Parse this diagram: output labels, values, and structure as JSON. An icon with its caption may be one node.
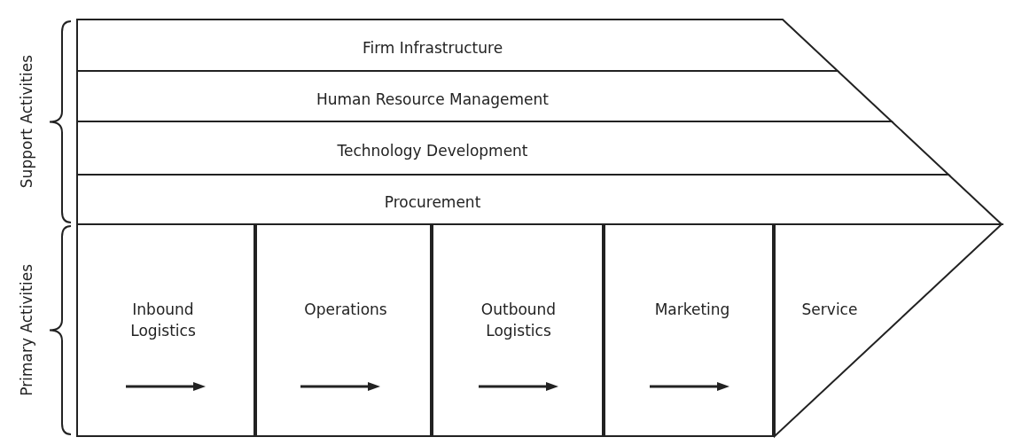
{
  "diagram": {
    "nodes": [
      {
        "text": [
          "Firm Infrastructure"
        ]
      },
      {
        "text": [
          "Human Resource Management"
        ]
      },
      {
        "text": [
          "Technology Development"
        ]
      },
      {
        "text": [
          "Procurement"
        ]
      },
      {
        "text": [
          "Inbound Logistics"
        ]
      },
      {
        "text": [
          "Operations"
        ]
      },
      {
        "text": [
          "Outbound Logistics"
        ]
      },
      {
        "text": [
          "Marketing"
        ]
      },
      {
        "text": [
          "Service"
        ]
      }
    ],
    "labels": [
      "Support Activities",
      "Primary Activities"
    ]
  }
}
